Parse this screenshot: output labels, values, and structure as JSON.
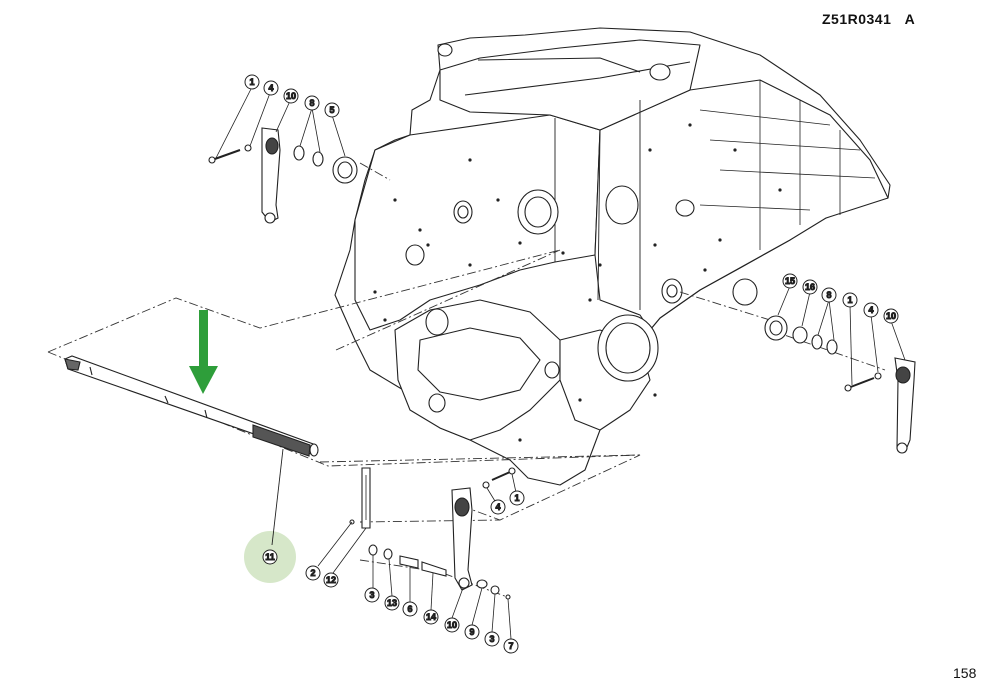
{
  "header": {
    "part_code": "Z51R0341",
    "revision": "A"
  },
  "footer": {
    "page_number": "158"
  },
  "highlight": {
    "color": "#2e9e3a",
    "glow_color": "#cfe3c0",
    "target_label": "11"
  },
  "callouts": [
    {
      "id": "c1a",
      "label": "1"
    },
    {
      "id": "c4a",
      "label": "4"
    },
    {
      "id": "c10a",
      "label": "10"
    },
    {
      "id": "c8a",
      "label": "8"
    },
    {
      "id": "c5a",
      "label": "5"
    },
    {
      "id": "c15",
      "label": "15"
    },
    {
      "id": "c16",
      "label": "16"
    },
    {
      "id": "c8b",
      "label": "8"
    },
    {
      "id": "c1b",
      "label": "1"
    },
    {
      "id": "c4b",
      "label": "4"
    },
    {
      "id": "c10b",
      "label": "10"
    },
    {
      "id": "c1c",
      "label": "1"
    },
    {
      "id": "c4c",
      "label": "4"
    },
    {
      "id": "c11",
      "label": "11"
    },
    {
      "id": "c2",
      "label": "2"
    },
    {
      "id": "c12",
      "label": "12"
    },
    {
      "id": "c3a",
      "label": "3"
    },
    {
      "id": "c13",
      "label": "13"
    },
    {
      "id": "c6",
      "label": "6"
    },
    {
      "id": "c14",
      "label": "14"
    },
    {
      "id": "c10c",
      "label": "10"
    },
    {
      "id": "c9",
      "label": "9"
    },
    {
      "id": "c3b",
      "label": "3"
    },
    {
      "id": "c7",
      "label": "7"
    }
  ]
}
